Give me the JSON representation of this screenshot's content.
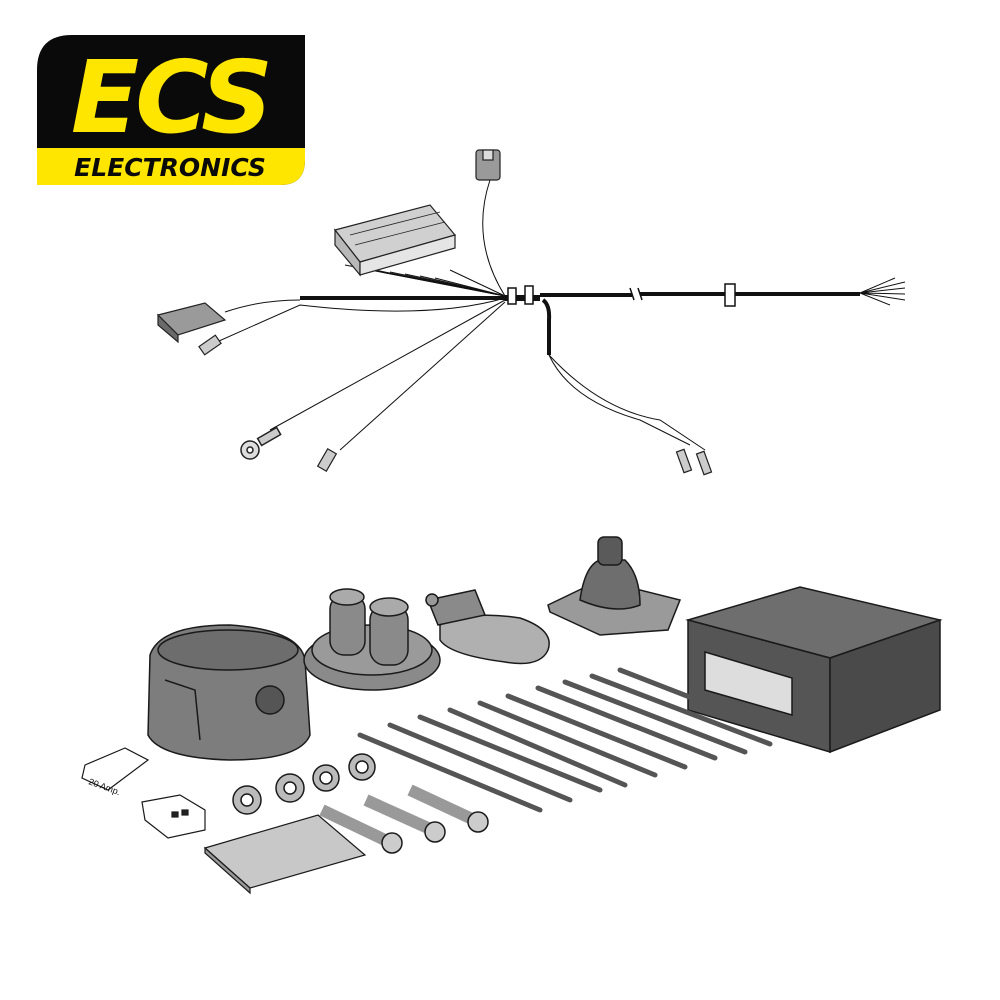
{
  "logo": {
    "brand": "ECS",
    "subtitle": "ELECTRONICS",
    "colors": {
      "yellow": "#ffe600",
      "black": "#0a0a0a"
    }
  },
  "kit": {
    "fuse_label": "20 Amp.",
    "colors": {
      "part_grey": "#7d7d7d",
      "module_grey": "#5a5a5a",
      "outline": "#1a1a1a",
      "light_grey": "#d6d6d6"
    }
  }
}
